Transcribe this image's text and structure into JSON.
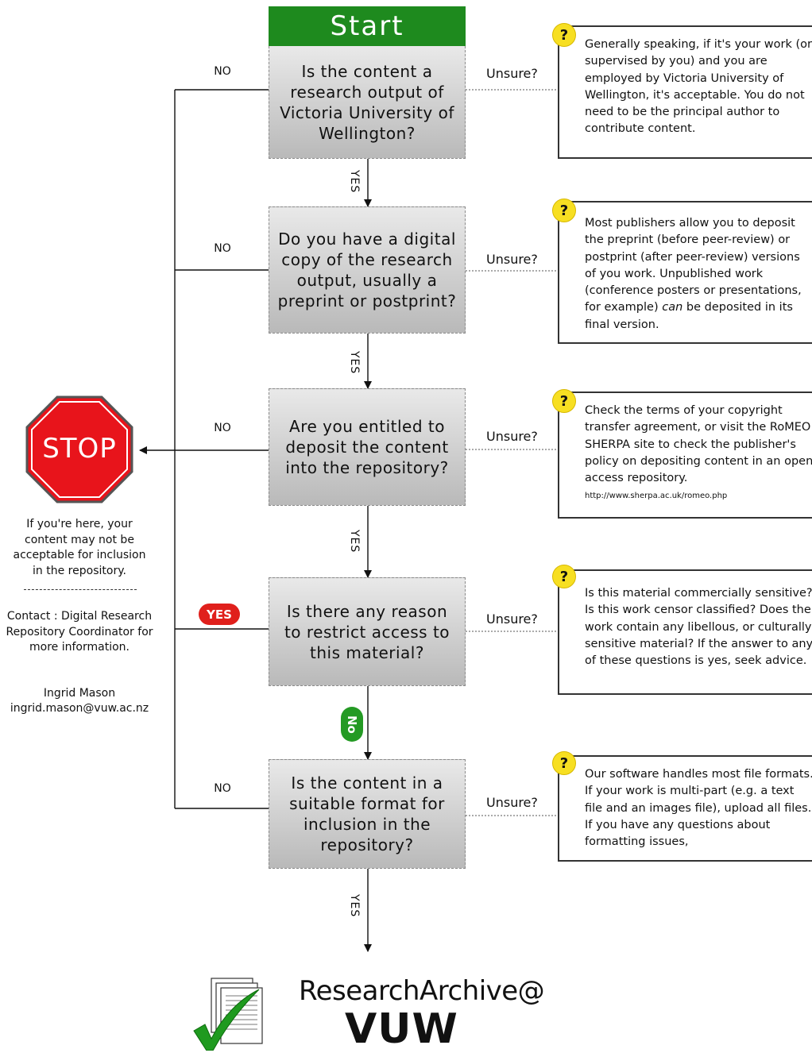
{
  "start": "Start",
  "questions": [
    "Is the content a research output of Victoria University of Wellington?",
    "Do you have a digital copy of the research output, usually a preprint or postprint?",
    "Are you entitled to deposit the content into the repository?",
    "Is there any reason to restrict access to this material?",
    "Is the content in a suitable format for inclusion in the repository?"
  ],
  "labels": {
    "no": "NO",
    "yes": "YES",
    "unsure": "Unsure?",
    "yes_pill": "YES",
    "no_pill": "No"
  },
  "hints": {
    "h1": "Generally speaking, if it's your work (or supervised by you) and you are employed by Victoria University of Wellington, it's acceptable.  You do not need to be the principal author to contribute content.",
    "h2_pre": "Most publishers allow you to deposit the preprint (before peer-review) or postprint (after peer-review) versions of you work.  Unpublished work (conference posters or presentations, for example) ",
    "h2_em": "can",
    "h2_post": " be deposited in its final version.",
    "h3": "Check the terms of your copyright transfer agreement, or visit the RoMEO SHERPA site to check the publisher's policy on depositing content in an open access repository.",
    "h3_url": "http://www.sherpa.ac.uk/romeo.php",
    "h4": "Is this material commercially sensitive?  Is this work censor classified?  Does the work contain any libellous, or culturally sensitive material?  If the answer to any of these questions is yes, seek advice.",
    "h5": "Our software handles most file formats.  If your work is multi-part (e.g. a text file and an images file), upload all files.  If you have any questions about formatting issues,",
    "qmark": "?"
  },
  "stop": {
    "label": "STOP",
    "message": "If you're here, your content may not be acceptable for inclusion in the repository.",
    "contact": "Contact : Digital Research Repository Coordinator for more information.",
    "name": "Ingrid Mason",
    "email": "ingrid.mason@vuw.ac.nz"
  },
  "logo": {
    "line1": "ResearchArchive@",
    "line2": "VUW"
  },
  "colors": {
    "start_green": "#1e8a1e",
    "stop_red": "#e8141b",
    "question_yellow": "#f7df22"
  }
}
